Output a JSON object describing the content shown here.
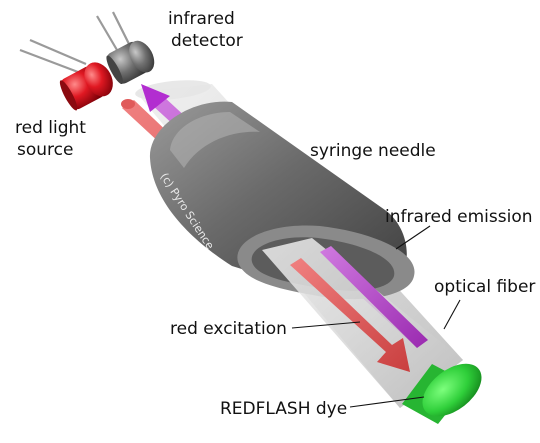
{
  "labels": {
    "infrared_detector": [
      "infrared",
      "detector"
    ],
    "red_light_source": [
      "red light",
      "source"
    ],
    "syringe_needle": "syringe needle",
    "infrared_emission": "infrared emission",
    "optical_fiber": "optical fiber",
    "red_excitation": "red excitation",
    "redflash_dye": "REDFLASH dye",
    "copyright": "(c) Pyro Science"
  },
  "colors": {
    "red_beam": "#d9534f",
    "infrared_beam": "#b03cc8",
    "dye": "#2fcf3a",
    "needle": "#6e6e6e",
    "led_red": "#d8101a",
    "detector": "#777777",
    "fiber": "#d6d6d6"
  }
}
